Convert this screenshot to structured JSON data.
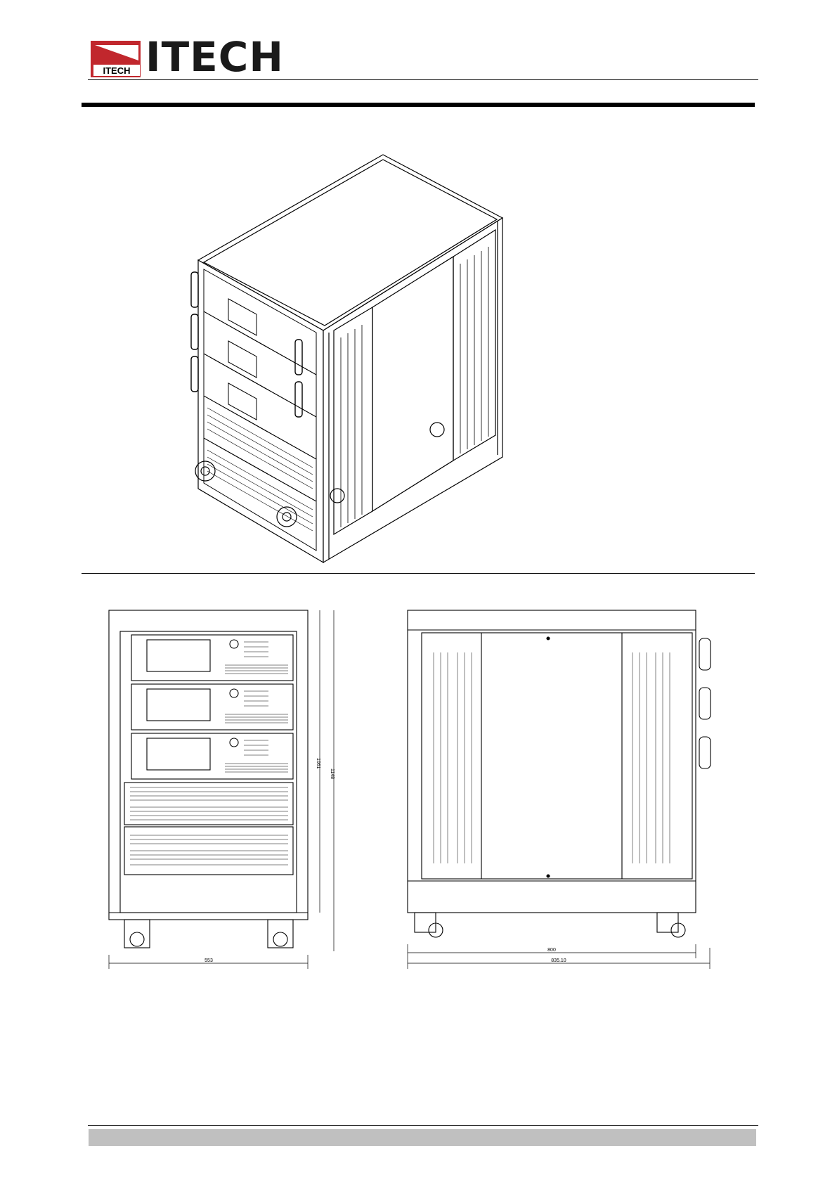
{
  "brand": {
    "logo_mark_text": "ITECH",
    "logo_word": "ITECH"
  },
  "front_view": {
    "width_dim": "553",
    "height_dim_outer": "1148",
    "height_dim_inner": "1061"
  },
  "side_view": {
    "depth_dim": "800",
    "depth_dim_overall": "835.10"
  },
  "colors": {
    "brand_red": "#c1272d",
    "footer_bar": "#c0c0c0"
  }
}
